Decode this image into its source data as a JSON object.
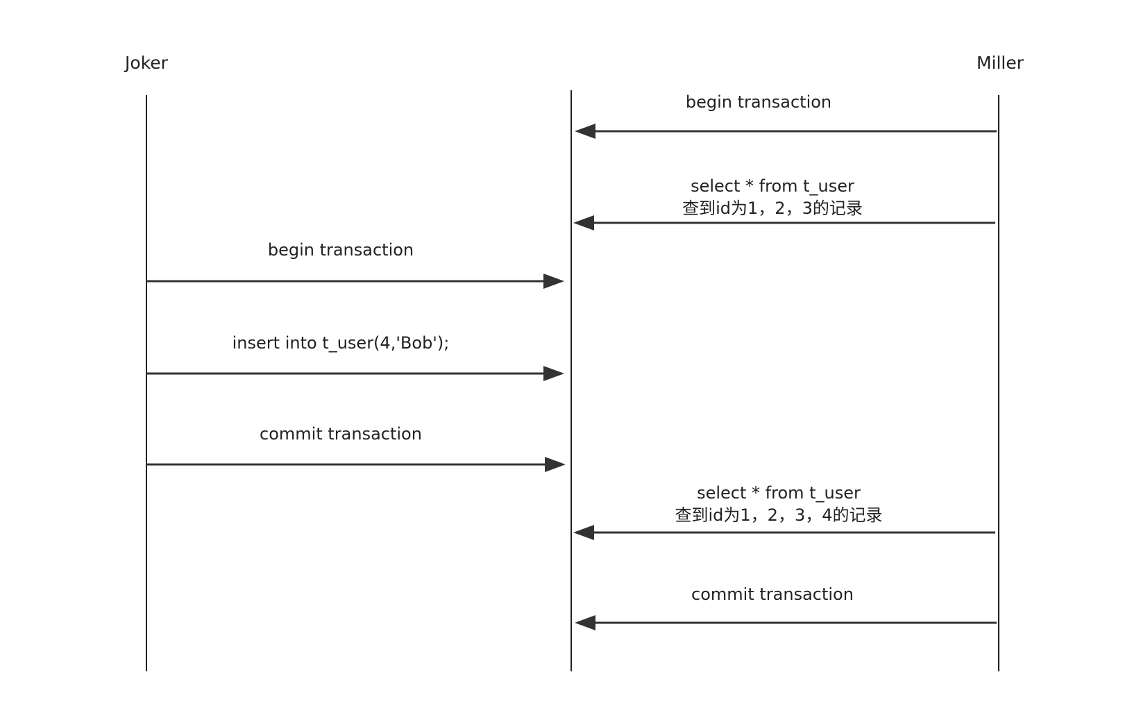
{
  "actors": {
    "left": "Joker",
    "right": "Miller"
  },
  "messages": [
    {
      "id": "m1",
      "from": "Miller",
      "lines": [
        "begin transaction"
      ]
    },
    {
      "id": "m2",
      "from": "Miller",
      "lines": [
        "select * from t_user",
        "查到id为1，2，3的记录"
      ]
    },
    {
      "id": "m3",
      "from": "Joker",
      "lines": [
        "begin transaction"
      ]
    },
    {
      "id": "m4",
      "from": "Joker",
      "lines": [
        "insert into t_user(4,'Bob');"
      ]
    },
    {
      "id": "m5",
      "from": "Joker",
      "lines": [
        "commit transaction"
      ]
    },
    {
      "id": "m6",
      "from": "Miller",
      "lines": [
        "select * from t_user",
        "查到id为1，2，3，4的记录"
      ]
    },
    {
      "id": "m7",
      "from": "Miller",
      "lines": [
        "commit transaction"
      ]
    }
  ],
  "colors": {
    "line": "#222222",
    "arrow": "#333333",
    "text": "#222222",
    "background": "#ffffff"
  }
}
